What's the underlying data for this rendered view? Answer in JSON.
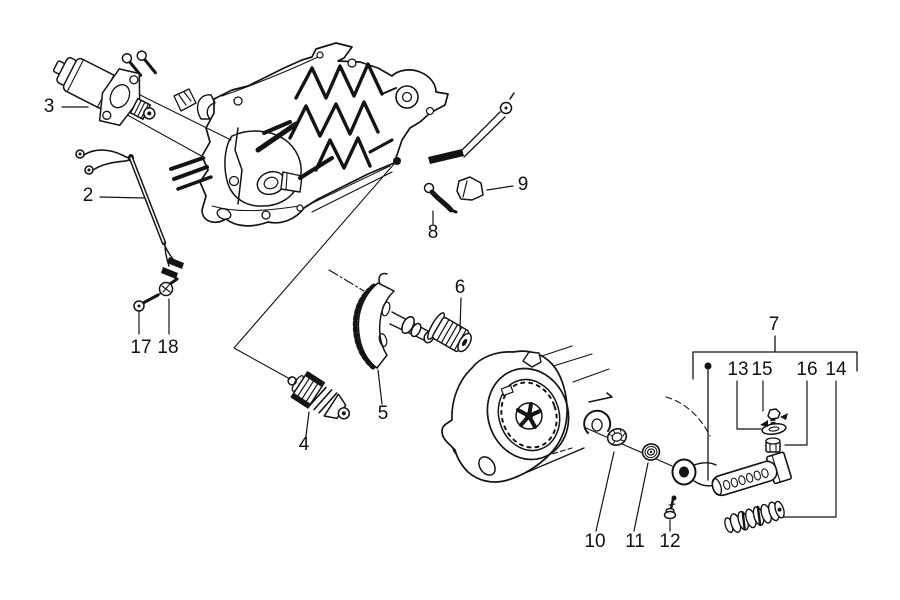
{
  "diagram": {
    "background_color": "#ffffff",
    "line_color": "#141414",
    "labels": {
      "n2": "2",
      "n3": "3",
      "n4": "4",
      "n5": "5",
      "n6": "6",
      "n7": "7",
      "n8": "8",
      "n9": "9",
      "n10": "10",
      "n11": "11",
      "n12": "12",
      "n13": "13",
      "n14": "14",
      "n15": "15",
      "n16": "16",
      "n17": "17",
      "n18": "18"
    }
  }
}
